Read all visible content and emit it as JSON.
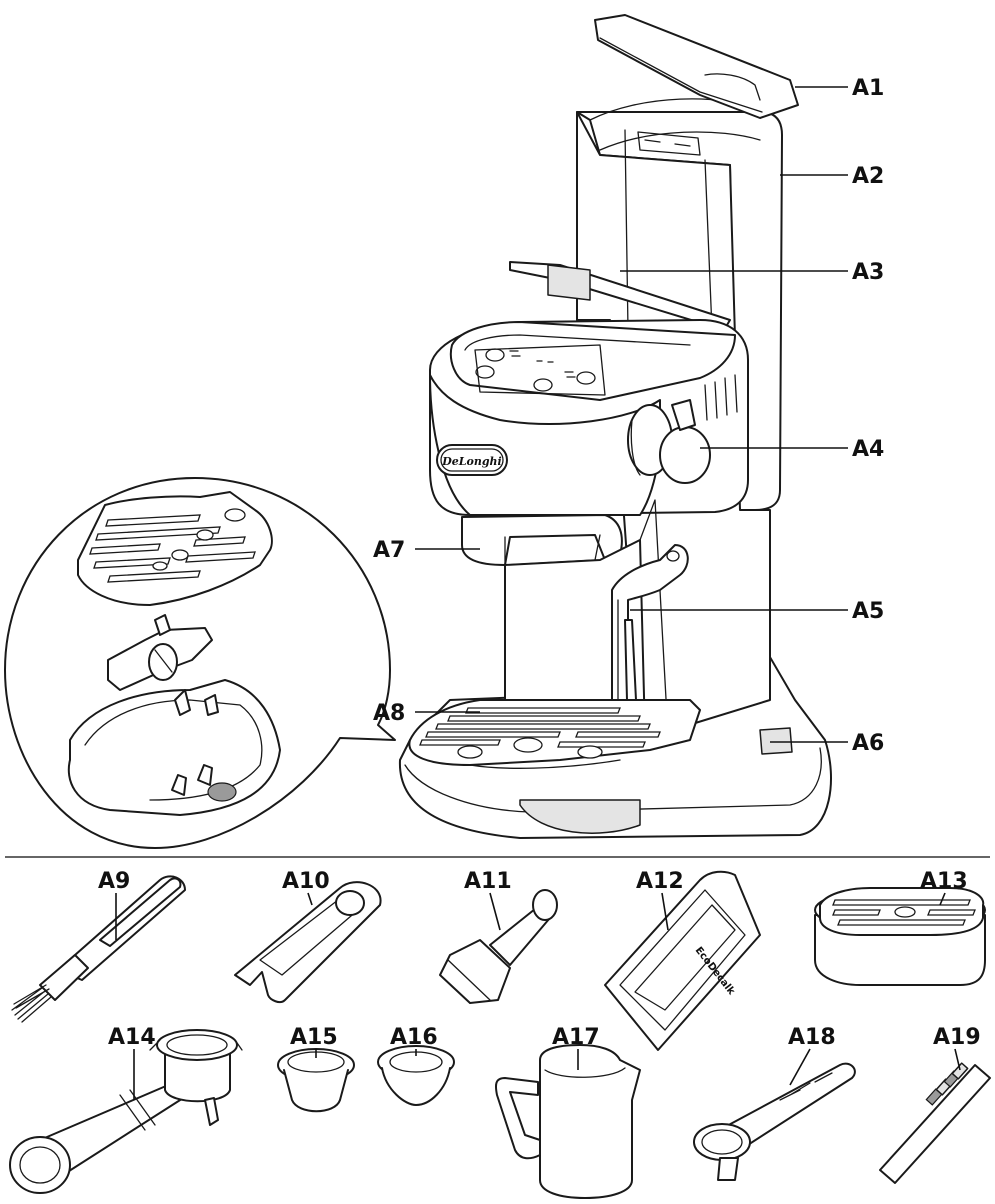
{
  "brand_logo": "DeLonghi",
  "water_filter_label": "EcoDecalk",
  "labels": {
    "a1": "A1",
    "a2": "A2",
    "a3": "A3",
    "a4": "A4",
    "a5": "A5",
    "a6": "A6",
    "a7": "A7",
    "a8": "A8",
    "a9": "A9",
    "a10": "A10",
    "a11": "A11",
    "a12": "A12",
    "a13": "A13",
    "a14": "A14",
    "a15": "A15",
    "a16": "A16",
    "a17": "A17",
    "a18": "A18",
    "a19": "A19"
  }
}
